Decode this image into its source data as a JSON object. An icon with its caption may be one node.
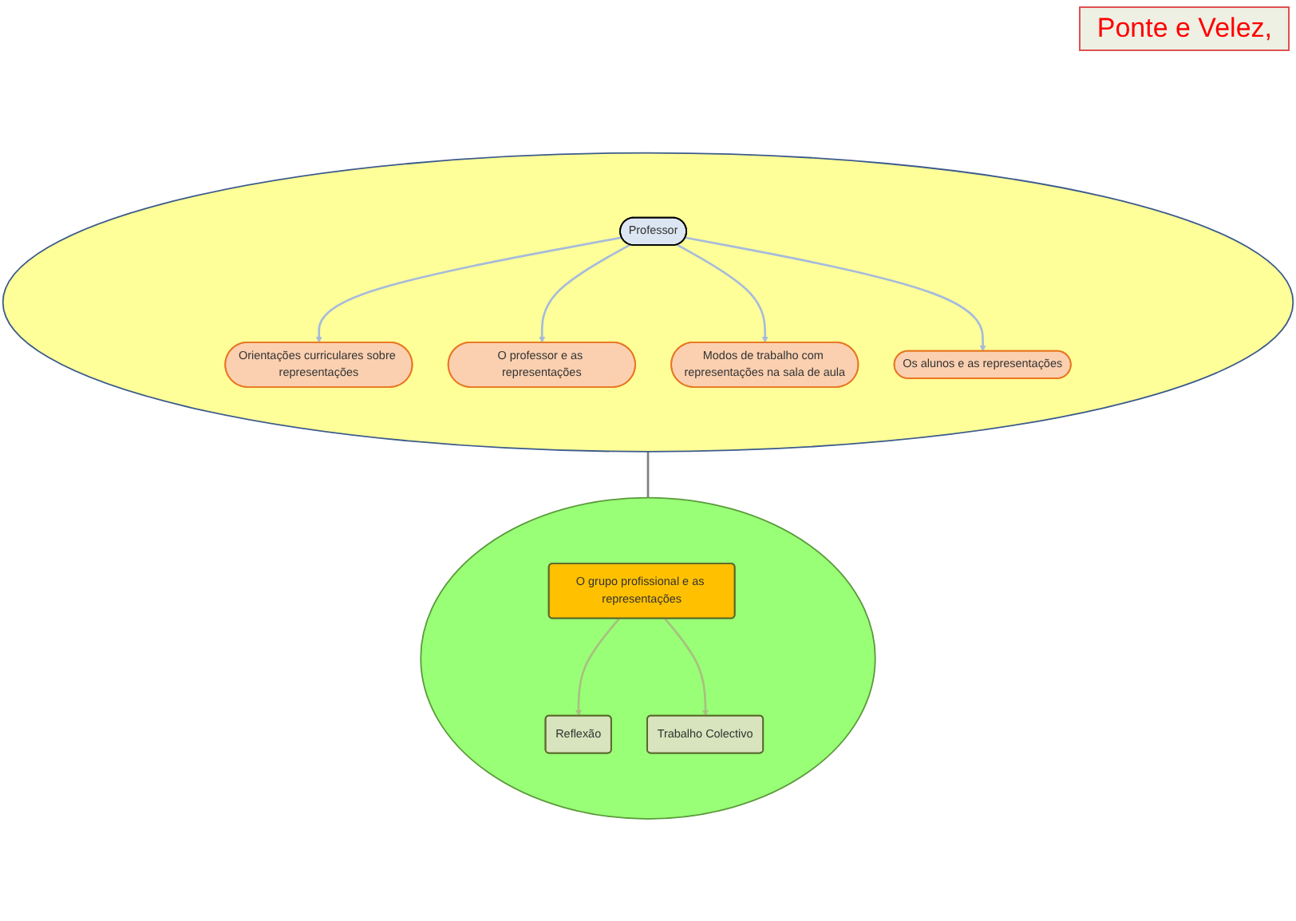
{
  "diagram": {
    "nodes": [
      {
        "text": [],
        "shape": "ellipse"
      },
      {
        "text": [
          "Orientações curriculares sobre representações"
        ],
        "in": 0
      },
      {
        "text": [
          "Modos de trabalho com representações na sala de aula"
        ],
        "in": 0
      },
      {
        "text": [
          "O professor e as representações"
        ],
        "in": 0
      },
      {
        "text": [
          "Professor"
        ],
        "in": 0
      },
      {
        "text": [
          "Os alunos e as representações"
        ],
        "in": 0
      },
      {
        "text": [],
        "shape": "ellipse"
      },
      {
        "text": [
          "O grupo profissional e as representações"
        ],
        "in": 6
      },
      {
        "text": [
          "Reflexão"
        ],
        "in": 6
      },
      {
        "text": [
          "Trabalho Colectivo"
        ],
        "in": 6
      }
    ],
    "edges": [
      {
        "from": 4,
        "to": 3,
        "arrow": "to",
        "color": "#a6bbdb"
      },
      {
        "from": 4,
        "to": 1,
        "arrow": "to",
        "color": "#a6bbdb"
      },
      {
        "from": 4,
        "to": 2,
        "arrow": "to",
        "color": "#a6bbdb"
      },
      {
        "from": 4,
        "to": 5,
        "arrow": "to",
        "color": "#a6bbdb"
      },
      {
        "from": 0,
        "to": 6,
        "arrow": "both",
        "color": "#808080"
      },
      {
        "from": 7,
        "to": 8,
        "arrow": "to",
        "color": "#a8c080"
      },
      {
        "from": 7,
        "to": 9,
        "arrow": "to",
        "color": "#a8c080"
      }
    ],
    "labels": [
      "Ponte e Velez,"
    ]
  }
}
